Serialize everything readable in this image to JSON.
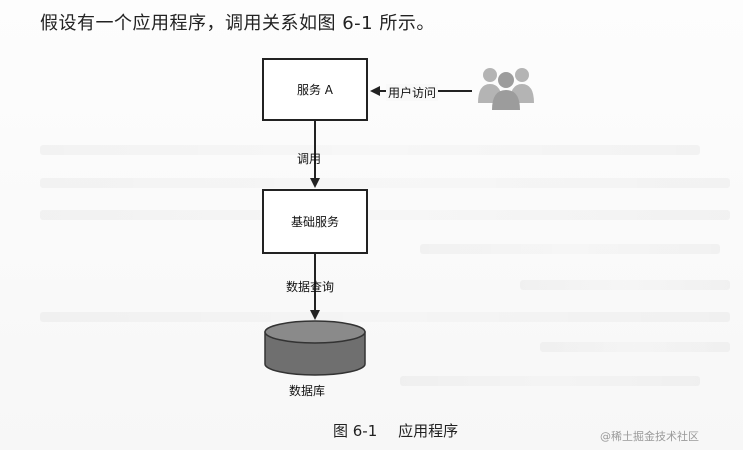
{
  "intro_text": "假设有一个应用程序，调用关系如图 6-1 所示。",
  "nodes": {
    "service_a": "服务 A",
    "base_service": "基础服务",
    "database": "数据库"
  },
  "edges": {
    "user_access": "用户访问",
    "call": "调用",
    "data_query": "数据查询"
  },
  "caption": {
    "number": "图 6-1",
    "title": "应用程序"
  },
  "watermark": "@稀土掘金技术社区",
  "icons": {
    "users": "users-group-icon",
    "database": "database-cylinder-icon"
  },
  "colors": {
    "database_fill": "#7a7a7a",
    "users_fill": "#a8a8a8",
    "line": "#222222"
  }
}
